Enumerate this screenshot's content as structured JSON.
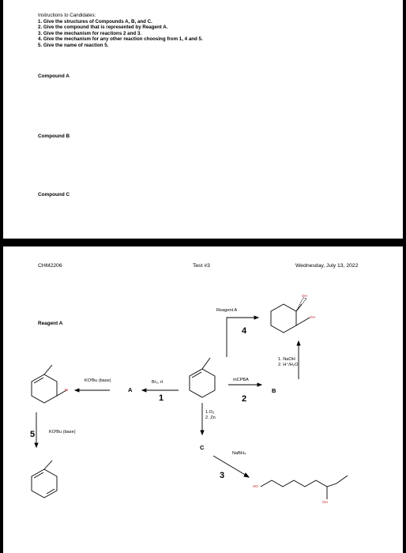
{
  "instructions": {
    "heading": "Instructions to Candidates:",
    "items": [
      "1.  Give the structures of Compounds A, B, and C.",
      "2.  Give the compound that is represented by Reagent A.",
      "3.  Give the mechanism for reactions 2 and 3.",
      "4.  Give the mechanism for any other reaction choosing from 1, 4 and 5.",
      "5.  Give the name of reaction 5."
    ]
  },
  "answers": {
    "compound_a": "Compound A",
    "compound_b": "Compound B",
    "compound_c": "Compound C"
  },
  "header": {
    "course": "CHM2206",
    "test": "Test #3",
    "date": "Wednesday, July 13, 2022"
  },
  "scheme": {
    "reagent_label": "Reagent A",
    "reaction1": {
      "number": "1",
      "reagent": "Br₂, rt"
    },
    "reaction2": {
      "number": "2",
      "reagent": "mCPBA"
    },
    "reaction3": {
      "number": "3",
      "reagent": "NaBH₄"
    },
    "reaction4": {
      "number": "4",
      "reagent": "Reagent  A"
    },
    "reaction5": {
      "number": "5",
      "reagent": "KOᵗBu (base)"
    },
    "elim_reagent": "KOᵗBu (base)",
    "ozonolysis": [
      "1.O₃",
      "2. Zn"
    ],
    "hydrolysis": [
      "1.  NaOH",
      "2.  H⁺/H₂O"
    ],
    "compound_a": "A",
    "compound_b": "B",
    "compound_c": "C",
    "br_atom": "Br",
    "oh_atom": "OH",
    "ho_atom": "HO"
  }
}
